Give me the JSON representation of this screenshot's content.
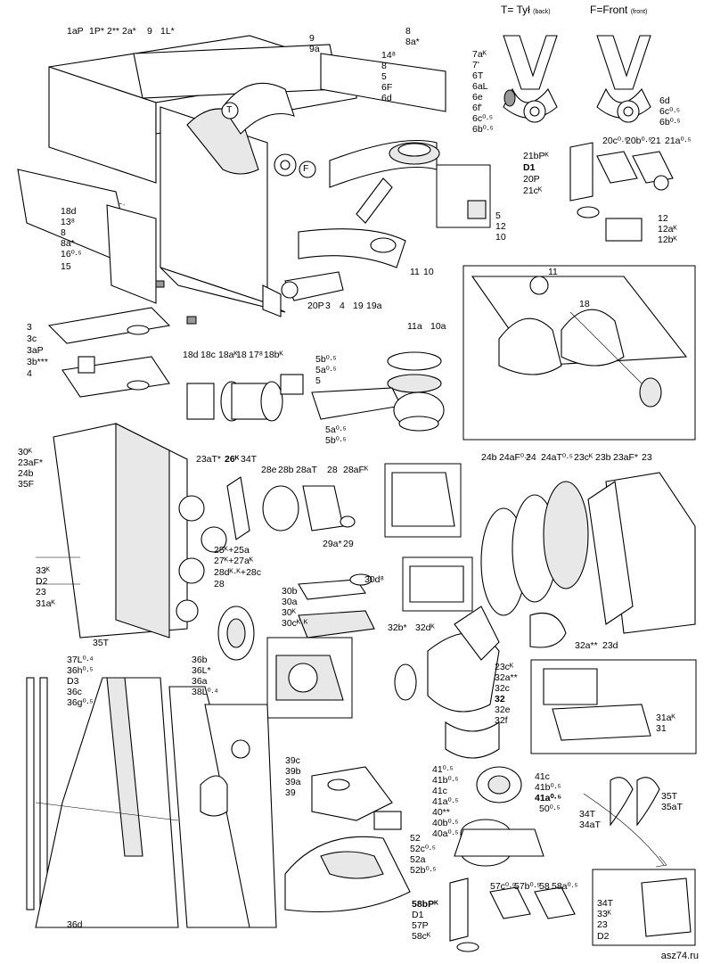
{
  "legend": {
    "back_label": "T= Tył",
    "back_note": "(back)",
    "front_label": "F=Front",
    "front_note": "(front)"
  },
  "watermark": "asz74.ru",
  "labels": [
    "1aP",
    "1P*",
    "2**",
    "2a*",
    "9",
    "1L*",
    "8",
    "8a*",
    "9",
    "9a",
    "14⁸",
    "8",
    "5",
    "6F",
    "6d",
    "7aᴷ",
    "7'",
    "6T",
    "6aL",
    "6e",
    "6f'",
    "6c⁰·⁵",
    "6b⁰·⁵",
    "6d",
    "6c⁰·⁵",
    "6b⁰·⁵",
    "T",
    "F",
    "18d",
    "13⁸",
    "8",
    "8a*",
    "16⁰·⁵",
    "15",
    "21bPᴷ",
    "D1",
    "20P",
    "21cᴷ",
    "20c⁰·⁵",
    "20b⁰·⁵",
    "21",
    "21a⁰·⁵",
    "12",
    "12aᴷ",
    "12bᴷ",
    "5",
    "12",
    "10",
    "20P",
    "3",
    "4",
    "19",
    "19a",
    "11",
    "10",
    "11a",
    "10a",
    "11",
    "18",
    "3",
    "3c",
    "3aP",
    "3b***",
    "4",
    "18d",
    "18c",
    "18aᴷ",
    "18",
    "17⁸",
    "18bᴷ",
    "5b⁰·⁵",
    "5a⁰·⁵",
    "5",
    "5a⁰·⁵",
    "5b⁰·⁵",
    "30ᴷ",
    "23aF*",
    "24b",
    "35F",
    "33ᴷ",
    "D2",
    "23",
    "31aᴷ",
    "35T",
    "23aT*",
    "26ᴷ",
    "34T",
    "25ᴷ+25a",
    "27ᴷ+27aᴷ",
    "28dᴷ·ᴷ+28c",
    "28",
    "28e",
    "28b",
    "28aT",
    "28",
    "28aFᴷ",
    "29a*",
    "29",
    "30b",
    "30a",
    "30ᴷ",
    "30cᴷ·ᴷ",
    "30d⁸",
    "24b",
    "24aF⁰·⁵",
    "24",
    "24aT⁰·⁵",
    "23cᴷ",
    "23b",
    "23aF*",
    "23",
    "32a**",
    "23d",
    "32b*",
    "32dᴷ",
    "23cᴷ",
    "32a**",
    "32c",
    "32",
    "32e",
    "32f",
    "31aᴷ",
    "31",
    "37L⁰·⁴",
    "36h⁰·⁵",
    "D3",
    "36c",
    "36g⁰·⁵",
    "36b",
    "36L*",
    "36a",
    "38L⁰·⁴",
    "36d",
    "39c",
    "39b",
    "39a",
    "39",
    "52",
    "52c⁰·⁵",
    "52a",
    "52b⁰·⁵",
    "41⁰·⁵",
    "41b⁰·⁵",
    "41c",
    "41a⁰·⁵",
    "40**",
    "40b⁰·⁵",
    "40a⁰·⁵",
    "41c",
    "41b⁰·⁵",
    "41a⁰·⁵",
    "50⁰·⁵",
    "34T",
    "34aT",
    "35T",
    "35aT",
    "58bPᴷ",
    "D1",
    "57P",
    "58cᴷ",
    "57c⁰·⁵",
    "57b⁰·⁵",
    "58",
    "58a⁰·⁵",
    "34T",
    "33ᴷ",
    "23",
    "D2"
  ]
}
